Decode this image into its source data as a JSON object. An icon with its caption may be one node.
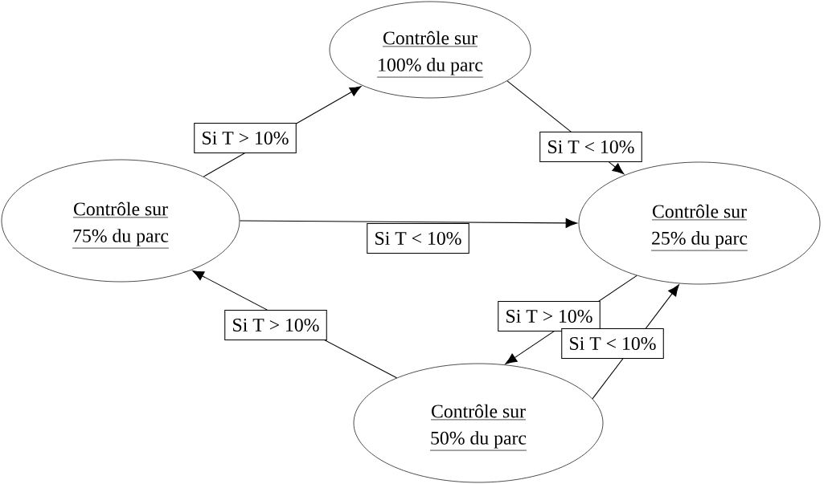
{
  "diagram": {
    "nodes": [
      {
        "text": [
          "Contrôle sur 100% du parc"
        ]
      },
      {
        "text": [
          "Contrôle sur 75% du parc"
        ]
      },
      {
        "text": [
          "Contrôle sur 25% du parc"
        ]
      },
      {
        "text": [
          "Contrôle sur 50% du parc"
        ]
      }
    ],
    "edges": [
      {
        "from": 1,
        "to": 0,
        "arrow": "to",
        "label": "Si T > 10%"
      },
      {
        "from": 0,
        "to": 2,
        "arrow": "to",
        "label": "Si T < 10%"
      },
      {
        "from": 1,
        "to": 2,
        "arrow": "to",
        "label": "Si T < 10%"
      },
      {
        "from": 2,
        "to": 3,
        "arrow": "to",
        "label": "Si T > 10%"
      },
      {
        "from": 3,
        "to": 2,
        "arrow": "to",
        "label": "Si T < 10%"
      },
      {
        "from": 3,
        "to": 1,
        "arrow": "to",
        "label": "Si T > 10%"
      }
    ]
  }
}
